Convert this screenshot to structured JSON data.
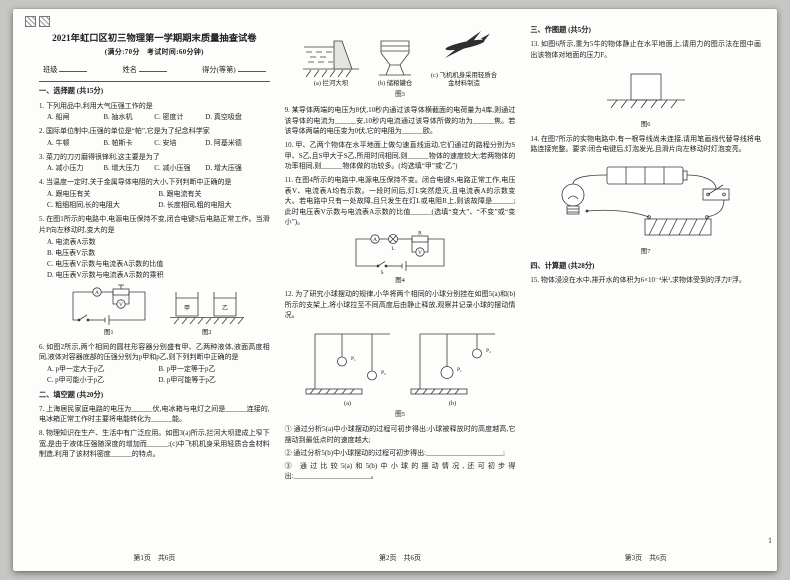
{
  "corner_page_number": "1",
  "figure_labels": {
    "ammeter": "A",
    "voltmeter": "V",
    "lamp": "L",
    "resistor": "R",
    "switch": "S",
    "liquid_a": "甲",
    "liquid_b": "乙",
    "ball1": "P₁",
    "ball2": "P₂"
  },
  "page1": {
    "title": "2021年虹口区初三物理第一学期期末质量抽查试卷",
    "subtitle": "(满分:70分　考试时间:60分钟)",
    "fields": {
      "class_label": "班级",
      "name_label": "姓名",
      "score_label": "得分(等第)"
    },
    "section_choice": "一、选择题 (共15分)",
    "q1": {
      "text": "1. 下列用品中,利用大气压强工作的是",
      "options": [
        "A. 船闸",
        "B. 抽水机",
        "C. 密度计",
        "D. 真空吸盘"
      ]
    },
    "q2": {
      "text": "2. 国际单位制中,压强的单位是“帕”,它是为了纪念科学家",
      "options": [
        "A. 牛顿",
        "B. 帕斯卡",
        "C. 安培",
        "D. 阿基米德"
      ]
    },
    "q3": {
      "text": "3. 菜刀的刀刃磨得很锋利,这主要是为了",
      "options": [
        "A. 减小压力",
        "B. 增大压力",
        "C. 减小压强",
        "D. 增大压强"
      ]
    },
    "q4": {
      "text": "4. 当温度一定时,关于金属导体电阻的大小,下列判断中正确的是",
      "options": [
        "A. 跟电压有关",
        "B. 跟电流有关",
        "C. 粗细相同,长的电阻大",
        "D. 长度相同,粗的电阻大"
      ]
    },
    "q5": {
      "text": "5. 在图1所示的电路中,电源电压保持不变,闭合电键S后电路正常工作。当滑片P向左移动时,变大的是",
      "options": [
        "A. 电流表A示数",
        "B. 电压表V示数",
        "C. 电压表V示数与电流表A示数的比值",
        "D. 电压表V示数与电流表A示数的乘积"
      ]
    },
    "fig1_caption": "图1",
    "fig2_caption": "图2",
    "q6": {
      "text": "6. 如图2所示,两个相同的圆柱形容器分别盛有甲、乙两种液体,液面高度相同,液体对容器底部的压强分别为p甲和p乙,则下列判断中正确的是",
      "options": [
        "A. p甲一定大于p乙",
        "B. p甲一定等于p乙",
        "C. p甲可能小于p乙",
        "D. p甲可能等于p乙"
      ]
    },
    "section_fill": "二、填空题 (共20分)",
    "q7": "7. 上海居民家庭电路的电压为______伏,电冰箱与电灯之间是______连接的,电冰箱正常工作时主要将电能转化为______能。",
    "q8": "8. 物理知识在生产、生活中有广泛应用。如图3(a)所示,拦河大坝建成上窄下宽,是由于液体压强随深度的增加而______;(c)中飞机机身采用轻质合金材料制造,利用了该材料密度______的特点。",
    "footer": "第1页　共6页"
  },
  "page2": {
    "fig3": {
      "a_caption": "(a) 拦河大坝",
      "b_caption": "(b) 储粮罐仓",
      "c_caption": "(c) 飞机机身采用轻质合金材料制造",
      "caption": "图3"
    },
    "q9": "9. 某导体两端的电压为8伏,10秒内通过该导体横截面的电荷量为4库,则通过该导体的电流为______安,10秒内电流通过该导体所做的功为______焦。若该导体两端的电压变为0伏,它的电阻为______欧。",
    "q10": "10. 甲、乙两个物体在水平地面上做匀速直线运动,它们通过的路程分别为S甲、S乙,且S甲大于S乙,所用时间相同,则______物体的速度较大;若两物体的功率相同,则______物体做的功较多。(均选填“甲”或“乙”)",
    "q11": "11. 在图4所示的电路中,电源电压保持不变。闭合电键S,电路正常工作,电压表V、电流表A均有示数。一段时间后,灯L突然熄灭,且电流表A的示数变大。若电路中只有一处故障,且只发生在灯L或电阻R上,则该故障是______;此时电压表V示数与电流表A示数的比值______(选填“变大”、“不变”或“变小”)。",
    "fig4_caption": "图4",
    "q12": "12. 为了研究小球摆动的规律,小华将两个相同的小球分别挂在如图5(a)和(b)所示的支架上,将小球拉至不同高度后由静止释放,观察并记录小球的摆动情况。",
    "fig5": {
      "a_label": "(a)",
      "b_label": "(b)",
      "caption": "图5"
    },
    "q12_sub": [
      "① 通过分析5(a)中小球摆动的过程可初步得出:小球被释放时的高度越高,它摆动到最低点时的速度越大;",
      "② 通过分析5(b)中小球摆动的过程可初步得出:______________________;",
      "③ 通过比较5(a)和5(b)中小球的摆动情况,还可初步得出:______________________。"
    ],
    "footer": "第2页　共6页"
  },
  "page3": {
    "section_draw": "三、作图题 (共5分)",
    "q13": "13. 如图6所示,重为5牛的物体静止在水平地面上,请用力的图示法在图中画出该物体对地面的压力F。",
    "fig6_caption": "图6",
    "q14": "14. 在图7所示的实物电路中,有一根导线尚未连接,请用笔画线代替导线将电路连接完整。要求:闭合电键后,灯泡发光,且滑片向左移动时灯泡变亮。",
    "fig7_caption": "图7",
    "section_calc": "四、计算题 (共28分)",
    "q15": "15. 物体浸没在水中,排开水的体积为6×10⁻⁴米³,求物体受到的浮力F浮。",
    "footer": "第3页　共6页"
  }
}
